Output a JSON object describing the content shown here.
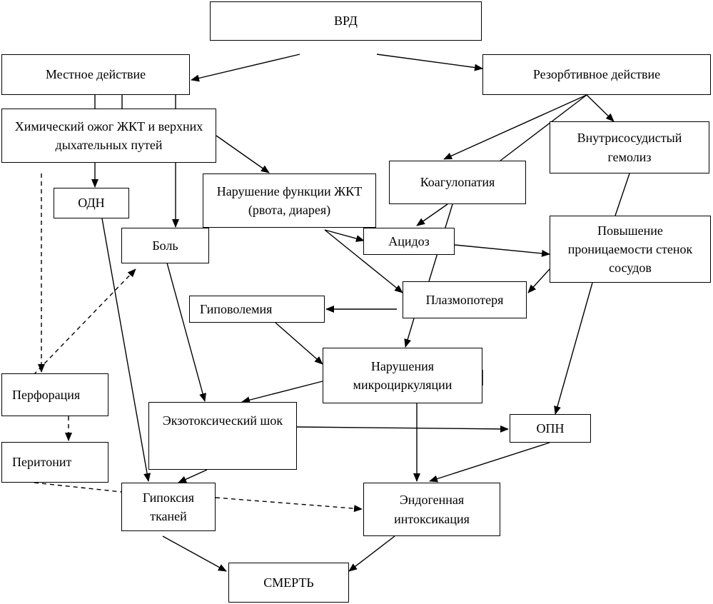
{
  "diagram": {
    "nodes": {
      "vrd": "ВРД",
      "local": "Местное действие",
      "resorptive": "Резорбтивное действие",
      "burn": "Химический ожог ЖКТ и верхних дыхательных путей",
      "hemolysis": "Внутрисосудистый гемолиз",
      "coagulopathy": "Коагулопатия",
      "gi_dysfunction": "Нарушение функции ЖКТ (рвота, диарея)",
      "odn": "ОДН",
      "pain": "Боль",
      "acidosis": "Ацидоз",
      "permeability": "Повышение проницаемости стенок сосудов",
      "plasma_loss": "Плазмопотеря",
      "hypovolemia": "Гиповолемия",
      "microcirculation": "Нарушения микроциркуляции",
      "perforation": "Перфорация",
      "shock": "Экзотоксический шок",
      "opn": "ОПН",
      "peritonitis": "Перитонит",
      "hypoxia": "Гипоксия тканей",
      "intoxication": "Эндогенная интоксикация",
      "death": "СМЕРТЬ"
    },
    "colors": {
      "stroke": "#000000",
      "fill": "#ffffff"
    }
  }
}
